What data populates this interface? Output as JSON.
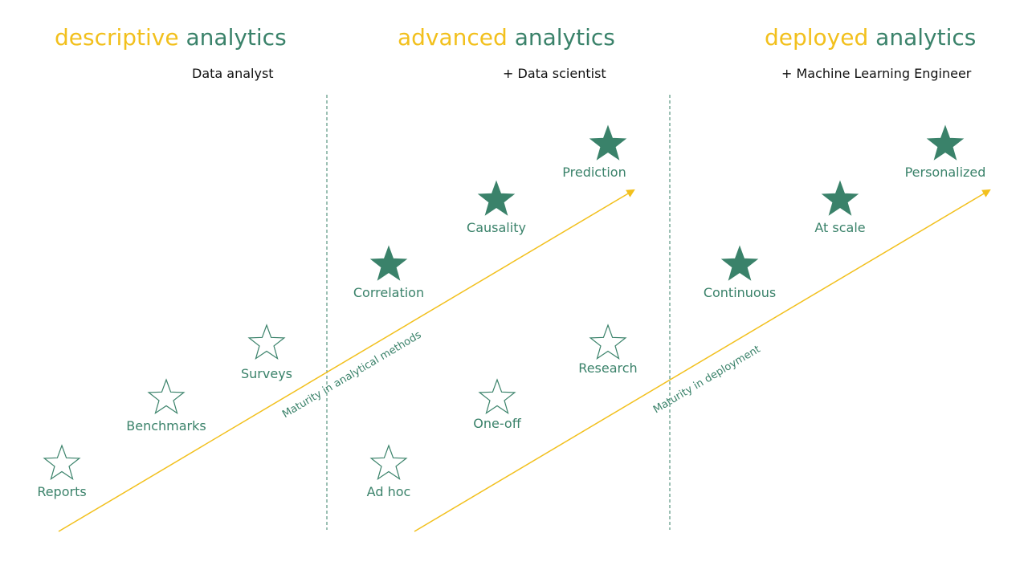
{
  "colors": {
    "accent_yellow": "#f2c01d",
    "accent_green": "#3a826a",
    "divider": "#3a826a",
    "role_text": "#111111"
  },
  "sections": [
    {
      "keyword": "descriptive",
      "word": "analytics",
      "role": "Data analyst"
    },
    {
      "keyword": "advanced",
      "word": "analytics",
      "role": "+ Data scientist"
    },
    {
      "keyword": "deployed",
      "word": "analytics",
      "role": "+ Machine Learning Engineer"
    }
  ],
  "arrows": [
    {
      "label": "Maturity in analytical methods",
      "color": "#f2c01d"
    },
    {
      "label": "Maturity in deployment",
      "color": "#f2c01d"
    }
  ],
  "stars": [
    {
      "label": "Reports",
      "filled": false,
      "icon": "star-outline-icon"
    },
    {
      "label": "Benchmarks",
      "filled": false,
      "icon": "star-outline-icon"
    },
    {
      "label": "Surveys",
      "filled": false,
      "icon": "star-outline-icon"
    },
    {
      "label": "Ad hoc",
      "filled": false,
      "icon": "star-outline-icon"
    },
    {
      "label": "One-off",
      "filled": false,
      "icon": "star-outline-icon"
    },
    {
      "label": "Research",
      "filled": false,
      "icon": "star-outline-icon"
    },
    {
      "label": "Correlation",
      "filled": true,
      "icon": "star-filled-icon"
    },
    {
      "label": "Causality",
      "filled": true,
      "icon": "star-filled-icon"
    },
    {
      "label": "Prediction",
      "filled": true,
      "icon": "star-filled-icon"
    },
    {
      "label": "Continuous",
      "filled": true,
      "icon": "star-filled-icon"
    },
    {
      "label": "At scale",
      "filled": true,
      "icon": "star-filled-icon"
    },
    {
      "label": "Personalized",
      "filled": true,
      "icon": "star-filled-icon"
    }
  ]
}
